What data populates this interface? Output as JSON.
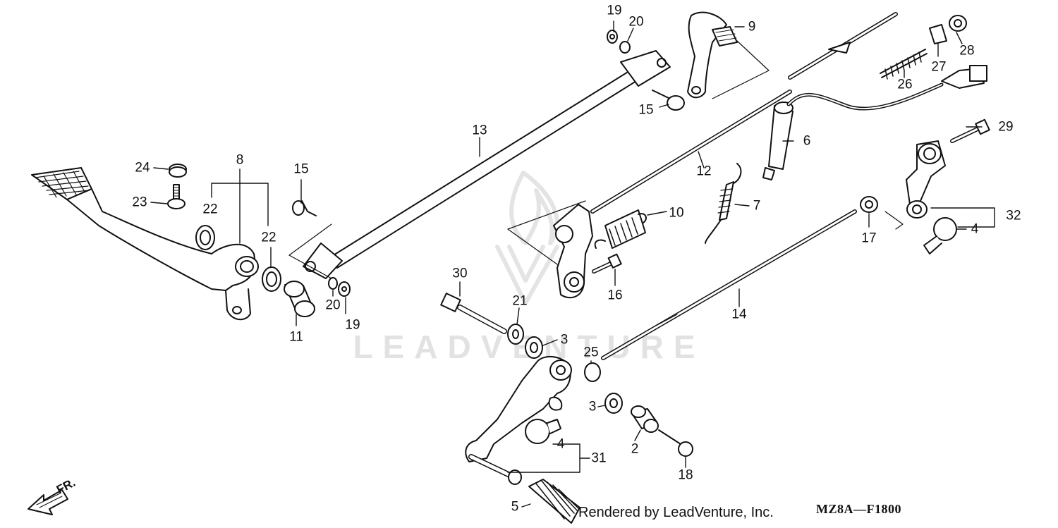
{
  "diagram": {
    "watermark_text": "LEADVENTURE",
    "credit": "Rendered by LeadVenture, Inc.",
    "diagram_code": "MZ8A—F1800",
    "direction_label": "FR.",
    "callouts": [
      {
        "id": "c19a",
        "label": "19"
      },
      {
        "id": "c20a",
        "label": "20"
      },
      {
        "id": "c9",
        "label": "9"
      },
      {
        "id": "c28",
        "label": "28"
      },
      {
        "id": "c27",
        "label": "27"
      },
      {
        "id": "c26",
        "label": "26"
      },
      {
        "id": "c15a",
        "label": "15"
      },
      {
        "id": "c13",
        "label": "13"
      },
      {
        "id": "c6",
        "label": "6"
      },
      {
        "id": "c29",
        "label": "29"
      },
      {
        "id": "c8",
        "label": "8"
      },
      {
        "id": "c24",
        "label": "24"
      },
      {
        "id": "c15b",
        "label": "15"
      },
      {
        "id": "c12",
        "label": "12"
      },
      {
        "id": "c23",
        "label": "23"
      },
      {
        "id": "c22a",
        "label": "22"
      },
      {
        "id": "c7",
        "label": "7"
      },
      {
        "id": "c10",
        "label": "10"
      },
      {
        "id": "c32",
        "label": "32"
      },
      {
        "id": "c22b",
        "label": "22"
      },
      {
        "id": "c4a",
        "label": "4"
      },
      {
        "id": "c17",
        "label": "17"
      },
      {
        "id": "c16",
        "label": "16"
      },
      {
        "id": "c30",
        "label": "30"
      },
      {
        "id": "c20b",
        "label": "20"
      },
      {
        "id": "c21",
        "label": "21"
      },
      {
        "id": "c19b",
        "label": "19"
      },
      {
        "id": "c14",
        "label": "14"
      },
      {
        "id": "c11",
        "label": "11"
      },
      {
        "id": "c3a",
        "label": "3"
      },
      {
        "id": "c25",
        "label": "25"
      },
      {
        "id": "c3b",
        "label": "3"
      },
      {
        "id": "c4b",
        "label": "4"
      },
      {
        "id": "c2",
        "label": "2"
      },
      {
        "id": "c31",
        "label": "31"
      },
      {
        "id": "c18",
        "label": "18"
      },
      {
        "id": "c5",
        "label": "5"
      }
    ]
  }
}
